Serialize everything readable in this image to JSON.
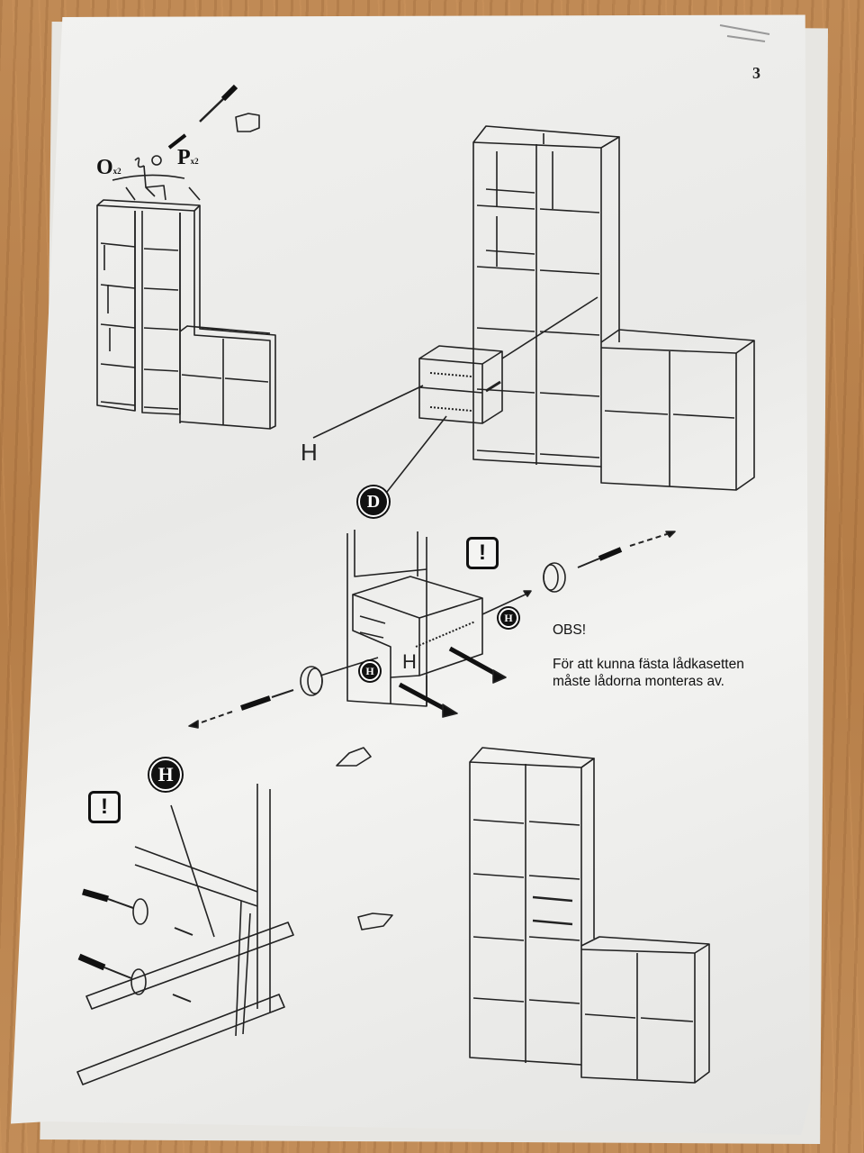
{
  "page": {
    "number": "3",
    "labels": {
      "part_o": "O",
      "part_o_qty": "x2",
      "part_p": "P",
      "part_p_qty": "x2",
      "h_large": "H",
      "h_drawer": "H",
      "badge_d": "D",
      "badge_h_small_right": "H",
      "badge_h_small_left": "H",
      "badge_h_large": "H",
      "warning_1": "!",
      "warning_2": "!"
    },
    "notice": {
      "title": "OBS!",
      "line1": "För att kunna fästa lådkasetten",
      "line2": "måste lådorna monteras av."
    }
  },
  "colors": {
    "table": "#b98450",
    "paper": "#eeeeec",
    "ink": "#111111"
  }
}
